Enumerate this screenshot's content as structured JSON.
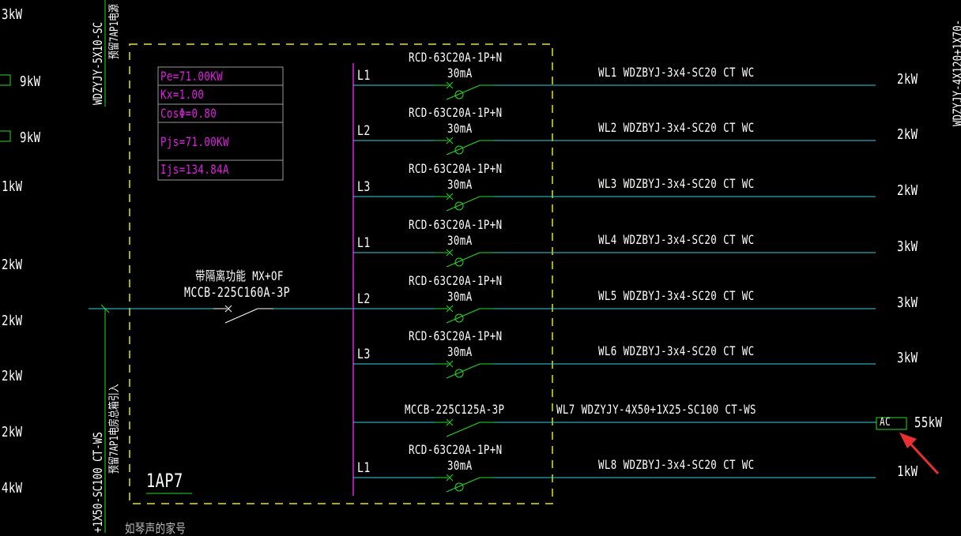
{
  "panel": {
    "name": "1AP7",
    "params": [
      "Pe=71.00KW",
      "Kx=1.00",
      "CosΦ=0.80",
      "Pjs=71.00KW",
      "Ijs=134.84A"
    ]
  },
  "incoming": {
    "breaker_note": "带隔离功能 MX+OF",
    "breaker_model": "MCCB-225C160A-3P",
    "cable_top": "WDZYJY-5X10-SC",
    "note_top": "预留7AP1电源",
    "cable_bottom": "+1X50-SC100 CT-WS",
    "note_bottom": "预留7AP1电房总箱引入"
  },
  "circuits": [
    {
      "phase": "L1",
      "breaker": "RCD-63C20A-1P+N",
      "rcd": "30mA",
      "cable": "WL1 WDZBYJ-3x4-SC20  CT WC",
      "load": "2kW"
    },
    {
      "phase": "L2",
      "breaker": "RCD-63C20A-1P+N",
      "rcd": "30mA",
      "cable": "WL2 WDZBYJ-3x4-SC20  CT WC",
      "load": "2kW"
    },
    {
      "phase": "L3",
      "breaker": "RCD-63C20A-1P+N",
      "rcd": "30mA",
      "cable": "WL3 WDZBYJ-3x4-SC20  CT WC",
      "load": "2kW"
    },
    {
      "phase": "L1",
      "breaker": "RCD-63C20A-1P+N",
      "rcd": "30mA",
      "cable": "WL4 WDZBYJ-3x4-SC20  CT WC",
      "load": "3kW"
    },
    {
      "phase": "L2",
      "breaker": "RCD-63C20A-1P+N",
      "rcd": "30mA",
      "cable": "WL5 WDZBYJ-3x4-SC20  CT WC",
      "load": "3kW"
    },
    {
      "phase": "L3",
      "breaker": "RCD-63C20A-1P+N",
      "rcd": "30mA",
      "cable": "WL6 WDZBYJ-3x4-SC20  CT WC",
      "load": "3kW"
    },
    {
      "phase": "",
      "breaker": "MCCB-225C125A-3P",
      "rcd": "",
      "cable": "WL7 WDZYJY-4X50+1X25-SC100 CT-WS",
      "load": "55kW",
      "tag": "AC"
    },
    {
      "phase": "L1",
      "breaker": "RCD-63C20A-1P+N",
      "rcd": "30mA",
      "cable": "WL8 WDZBYJ-3x4-SC20  CT WC",
      "load": "1kW"
    }
  ],
  "left_loads": [
    "3kW",
    "9kW",
    "9kW",
    "1kW",
    "2kW",
    "2kW",
    "2kW",
    "2kW",
    "4kW"
  ],
  "right_edge_cable": "WDZYJY-4X120+1X70-",
  "bottom_note": "如琴声的家号",
  "colors": {
    "bus": "#e020e0",
    "wire": "#2fd4e0",
    "switch": "#22dd22",
    "frame": "#e8e800",
    "arrow": "#e83030"
  }
}
